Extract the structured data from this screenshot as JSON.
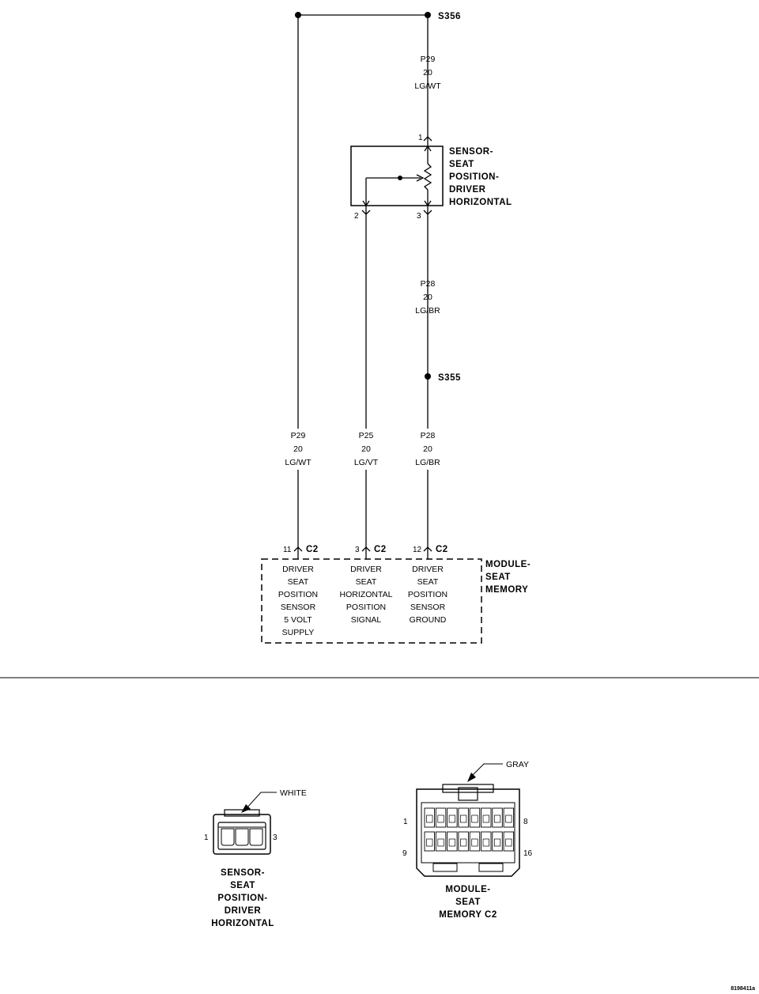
{
  "splices": {
    "top": "S356",
    "mid": "S355"
  },
  "wires": {
    "top": {
      "circuit": "P29",
      "gauge": "20",
      "color": "LG/WT"
    },
    "mid": {
      "circuit": "P28",
      "gauge": "20",
      "color": "LG/BR"
    },
    "bottom": [
      {
        "circuit": "P29",
        "gauge": "20",
        "color": "LG/WT"
      },
      {
        "circuit": "P25",
        "gauge": "20",
        "color": "LG/VT"
      },
      {
        "circuit": "P28",
        "gauge": "20",
        "color": "LG/BR"
      }
    ]
  },
  "sensor": {
    "label_lines": [
      "SENSOR-",
      "SEAT",
      "POSITION-",
      "DRIVER",
      "HORIZONTAL"
    ],
    "pins": {
      "p1": "1",
      "p2": "2",
      "p3": "3"
    }
  },
  "module": {
    "label_lines": [
      "MODULE-",
      "SEAT",
      "MEMORY"
    ],
    "pins": [
      {
        "num": "11",
        "conn": "C2",
        "desc": [
          "DRIVER",
          "SEAT",
          "POSITION",
          "SENSOR",
          "5 VOLT",
          "SUPPLY"
        ]
      },
      {
        "num": "3",
        "conn": "C2",
        "desc": [
          "DRIVER",
          "SEAT",
          "HORIZONTAL",
          "POSITION",
          "SIGNAL"
        ]
      },
      {
        "num": "12",
        "conn": "C2",
        "desc": [
          "DRIVER",
          "SEAT",
          "POSITION",
          "SENSOR",
          "GROUND"
        ]
      }
    ]
  },
  "connector_views": {
    "sensor": {
      "color": "WHITE",
      "pin_left": "1",
      "pin_right": "3",
      "label_lines": [
        "SENSOR-",
        "SEAT",
        "POSITION-",
        "DRIVER",
        "HORIZONTAL"
      ]
    },
    "module": {
      "color": "GRAY",
      "pin_top_left": "1",
      "pin_top_right": "8",
      "pin_bottom_left": "9",
      "pin_bottom_right": "16",
      "label_lines": [
        "MODULE-",
        "SEAT",
        "MEMORY C2"
      ]
    }
  },
  "figure_id": "8198411a"
}
